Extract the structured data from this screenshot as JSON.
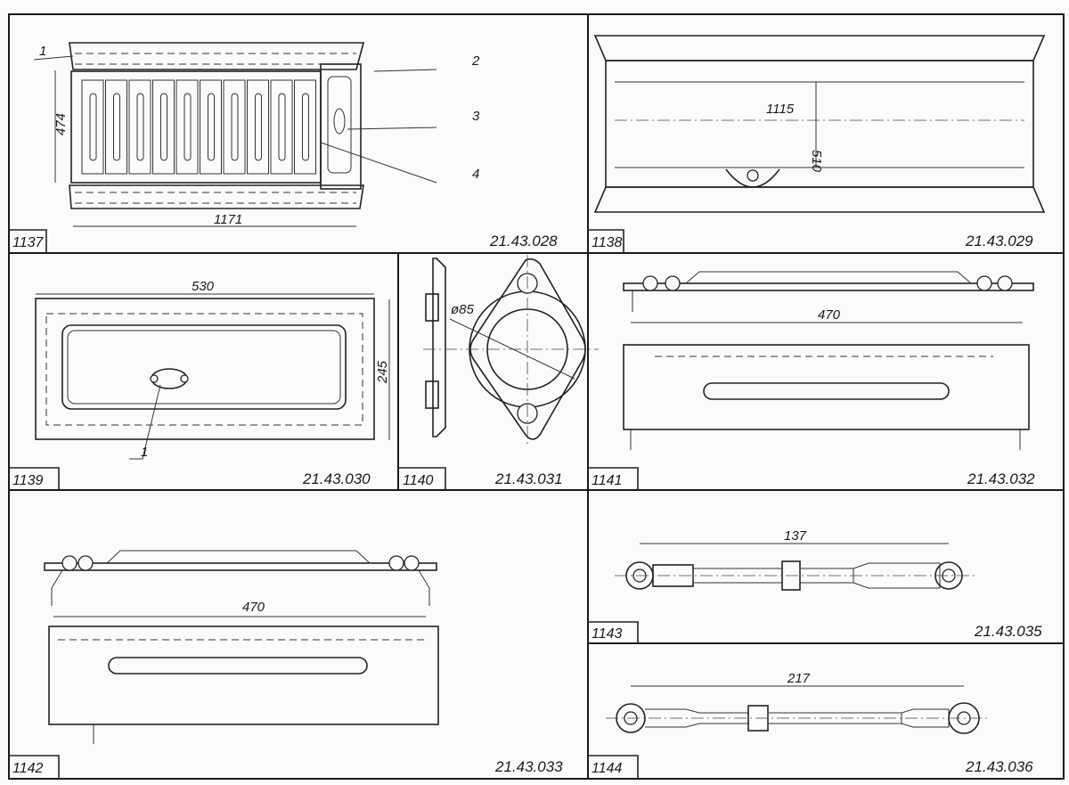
{
  "panels": [
    {
      "number": "1137",
      "code": "21.43.028",
      "dims": [
        "474",
        "1171"
      ],
      "callouts": [
        "1",
        "2",
        "3",
        "4"
      ]
    },
    {
      "number": "1138",
      "code": "21.43.029",
      "dims": [
        "1115",
        "510"
      ]
    },
    {
      "number": "1139",
      "code": "21.43.030",
      "dims": [
        "530",
        "245"
      ],
      "callouts": [
        "1"
      ]
    },
    {
      "number": "1140",
      "code": "21.43.031",
      "dims": [
        "ø85"
      ]
    },
    {
      "number": "1141",
      "code": "21.43.032",
      "dims": [
        "470"
      ]
    },
    {
      "number": "1142",
      "code": "21.43.033",
      "dims": [
        "470"
      ]
    },
    {
      "number": "1143",
      "code": "21.43.035",
      "dims": [
        "137"
      ]
    },
    {
      "number": "1144",
      "code": "21.43.036",
      "dims": [
        "217"
      ]
    }
  ]
}
